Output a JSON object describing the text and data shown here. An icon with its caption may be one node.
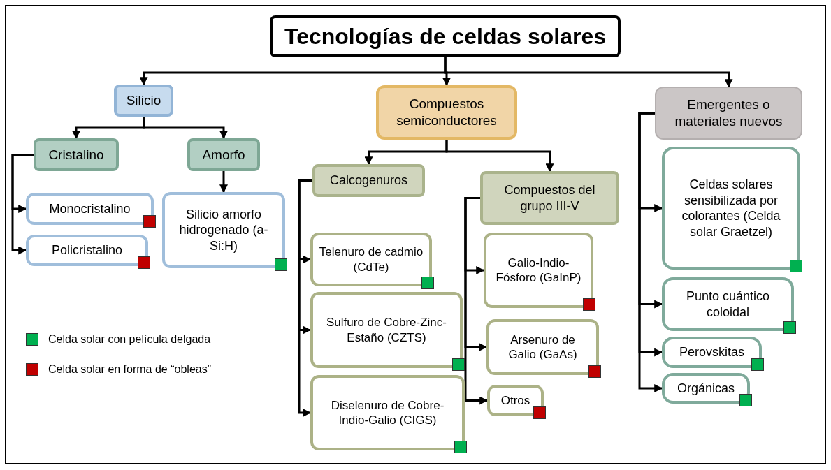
{
  "diagram": {
    "nodes": [
      {
        "text": [
          "Tecnologías de celdas solares"
        ]
      },
      {
        "text": [
          "Silicio"
        ]
      },
      {
        "text": [
          "Compuestos semiconductores"
        ]
      },
      {
        "text": [
          "Emergentes o materiales nuevos"
        ]
      },
      {
        "text": [
          "Cristalino"
        ]
      },
      {
        "text": [
          "Amorfo"
        ]
      },
      {
        "text": [
          "Monocristalino"
        ]
      },
      {
        "text": [
          "Policristalino"
        ]
      },
      {
        "text": [
          "Silicio amorfo hidrogenado (a-Si:H)"
        ]
      },
      {
        "text": [
          "Calcogenuros"
        ]
      },
      {
        "text": [
          "Compuestos del grupo III-V"
        ]
      },
      {
        "text": [
          "Telenuro de cadmio (CdTe)"
        ]
      },
      {
        "text": [
          "Sulfuro de Cobre-Zinc-Estaño (CZTS)"
        ]
      },
      {
        "text": [
          "Diselenuro de Cobre-Indio-Galio (CIGS)"
        ]
      },
      {
        "text": [
          "Galio-Indio-Fósforo (GaInP)"
        ]
      },
      {
        "text": [
          "Arsenuro de Galio (GaAs)"
        ]
      },
      {
        "text": [
          "Otros"
        ]
      },
      {
        "text": [
          "Celdas solares sensibilizada por colorantes (Celda solar Graetzel)"
        ]
      },
      {
        "text": [
          "Punto cuántico coloidal"
        ]
      },
      {
        "text": [
          "Perovskitas"
        ]
      },
      {
        "text": [
          "Orgánicas"
        ]
      }
    ],
    "edges": [
      {
        "from": 0,
        "to": 1,
        "arrow": "to"
      },
      {
        "from": 0,
        "to": 2,
        "arrow": "to"
      },
      {
        "from": 0,
        "to": 3,
        "arrow": "to"
      },
      {
        "from": 1,
        "to": 4,
        "arrow": "to"
      },
      {
        "from": 1,
        "to": 5,
        "arrow": "to"
      },
      {
        "from": 4,
        "to": 6,
        "arrow": "to"
      },
      {
        "from": 4,
        "to": 7,
        "arrow": "to"
      },
      {
        "from": 5,
        "to": 8,
        "arrow": "to"
      },
      {
        "from": 2,
        "to": 9,
        "arrow": "to"
      },
      {
        "from": 2,
        "to": 10,
        "arrow": "to"
      },
      {
        "from": 9,
        "to": 11,
        "arrow": "to"
      },
      {
        "from": 9,
        "to": 12,
        "arrow": "to"
      },
      {
        "from": 9,
        "to": 13,
        "arrow": "to"
      },
      {
        "from": 10,
        "to": 14,
        "arrow": "to"
      },
      {
        "from": 10,
        "to": 15,
        "arrow": "to"
      },
      {
        "from": 10,
        "to": 16,
        "arrow": "to"
      },
      {
        "from": 3,
        "to": 17,
        "arrow": "to"
      },
      {
        "from": 3,
        "to": 18,
        "arrow": "to"
      },
      {
        "from": 3,
        "to": 19,
        "arrow": "to"
      },
      {
        "from": 3,
        "to": 20,
        "arrow": "to"
      }
    ],
    "legend": [
      {
        "text": "Celda solar con película delgada",
        "color": "#00b050"
      },
      {
        "text": "Celda solar en forma de “obleas”",
        "color": "#c00000"
      }
    ]
  }
}
